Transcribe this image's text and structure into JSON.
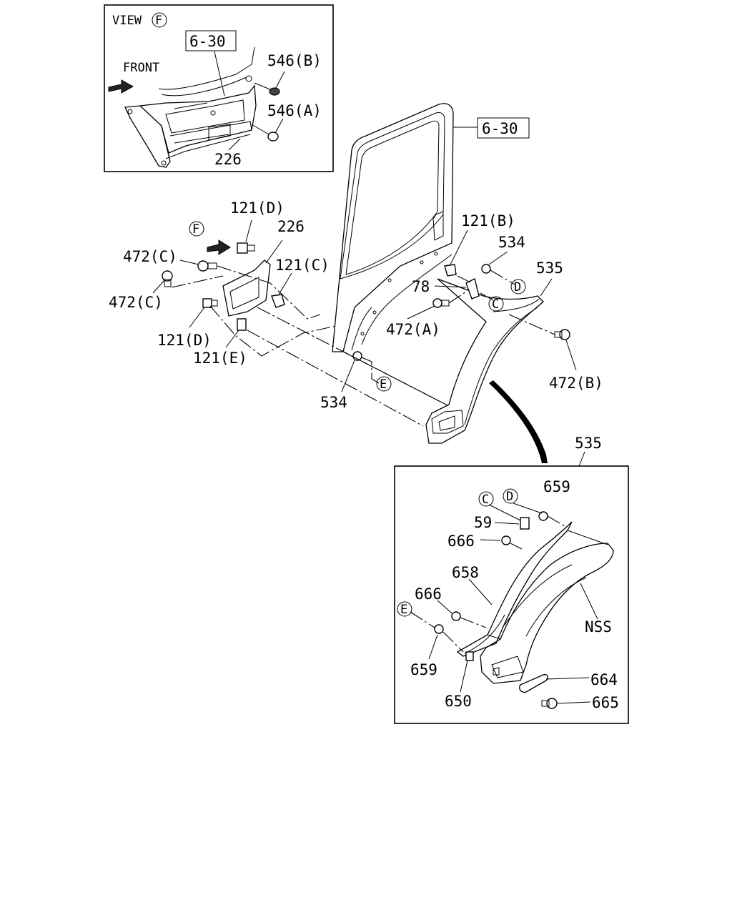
{
  "view_box": {
    "title": "VIEW",
    "view_marker": "F",
    "ref_box": "6-30",
    "front_label": "FRONT",
    "labels": {
      "p546b": "546(B)",
      "p546a": "546(A)",
      "p226": "226"
    }
  },
  "main": {
    "ref_box": "6-30",
    "view_marker": "F",
    "labels": {
      "p121d_top": "121(D)",
      "p226": "226",
      "p472c_1": "472(C)",
      "p121c": "121(C)",
      "p472c_2": "472(C)",
      "p121d_bottom": "121(D)",
      "p121e": "121(E)",
      "p121b": "121(B)",
      "p534_top": "534",
      "p535": "535",
      "p78": "78",
      "p472a": "472(A)",
      "p472b": "472(B)",
      "p534_bottom": "534"
    },
    "circles": {
      "d": "D",
      "c": "C",
      "e": "E"
    }
  },
  "detail_box": {
    "title_label": "535",
    "circles": {
      "c": "C",
      "d": "D",
      "e": "E"
    },
    "labels": {
      "p659_top": "659",
      "p59": "59",
      "p666_top": "666",
      "p658": "658",
      "p666_mid": "666",
      "p659_bottom": "659",
      "p650": "650",
      "nss": "NSS",
      "p664": "664",
      "p665": "665"
    }
  }
}
